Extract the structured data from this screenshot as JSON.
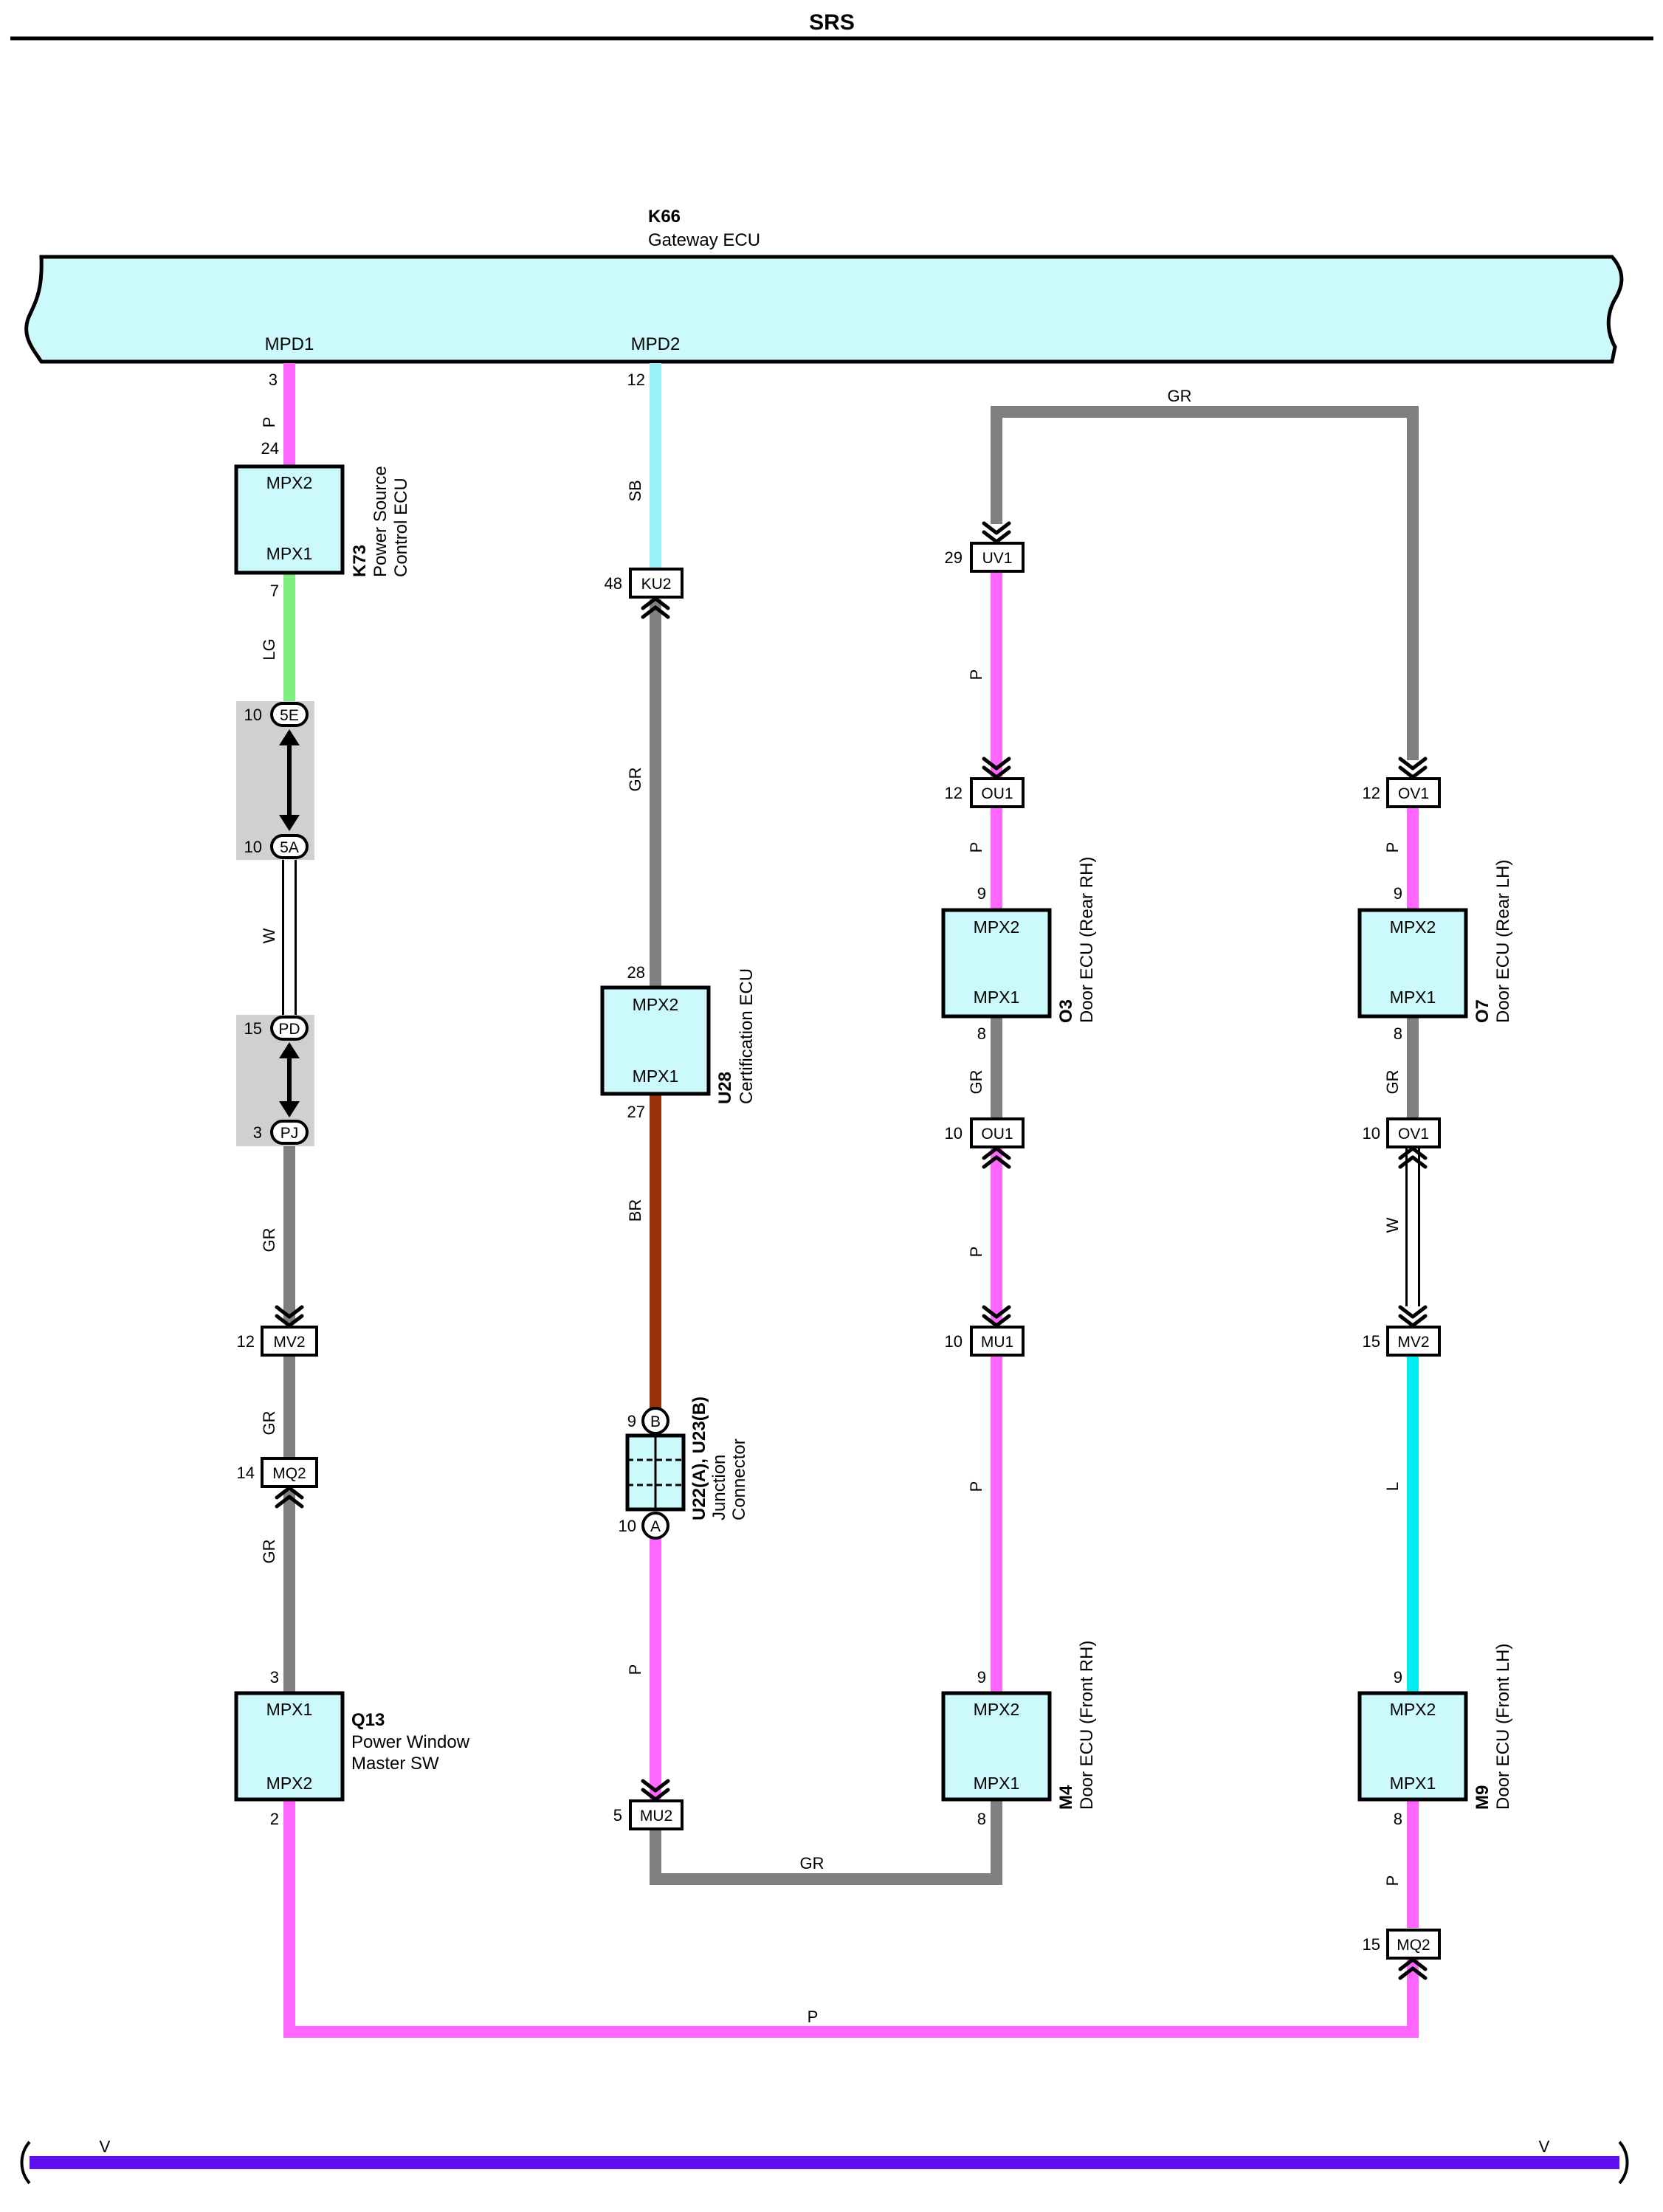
{
  "header": {
    "title": "SRS"
  },
  "gateway": {
    "code": "K66",
    "name": "Gateway ECU",
    "pin_mpd1": "MPD1",
    "pin_mpd2": "MPD2"
  },
  "colors": {
    "P": "#ff66ff",
    "GR": "#808080",
    "SB": "#99f0f8",
    "LG": "#80ee80",
    "W": "#ffffff",
    "BR": "#9a3209",
    "L": "#00eef0",
    "V": "#5e10ee",
    "ecu_fill": "#ccf9fb",
    "connector_shade": "#d0d0d0"
  },
  "ecus": {
    "k73": {
      "code": "K73",
      "line1": "Power Source",
      "line2": "Control ECU",
      "top": "MPX2",
      "bottom": "MPX1"
    },
    "u28": {
      "code": "U28",
      "line1": "Certification ECU",
      "top": "MPX2",
      "bottom": "MPX1"
    },
    "q13": {
      "code": "Q13",
      "line1": "Power Window",
      "line2": "Master SW",
      "top": "MPX1",
      "bottom": "MPX2"
    },
    "o3": {
      "code": "O3",
      "line1": "Door ECU (Rear RH)",
      "top": "MPX2",
      "bottom": "MPX1"
    },
    "o7": {
      "code": "O7",
      "line1": "Door ECU (Rear LH)",
      "top": "MPX2",
      "bottom": "MPX1"
    },
    "m4": {
      "code": "M4",
      "line1": "Door ECU (Front RH)",
      "top": "MPX2",
      "bottom": "MPX1"
    },
    "m9": {
      "code": "M9",
      "line1": "Door ECU (Front LH)",
      "top": "MPX2",
      "bottom": "MPX1"
    }
  },
  "junction": {
    "code": "U22(A), U23(B)",
    "line1": "Junction",
    "line2": "Connector",
    "top_label": "B",
    "bottom_label": "A"
  },
  "connectors": {
    "ku2": "KU2",
    "mu2": "MU2",
    "uv1": "UV1",
    "ou1_a": "OU1",
    "ou1_b": "OU1",
    "mu1": "MU1",
    "ov1_a": "OV1",
    "ov1_b": "OV1",
    "mv2_l": "MV2",
    "mv2_r": "MV2",
    "mq2_l": "MQ2",
    "mq2_r": "MQ2",
    "c5e": "5E",
    "c5a": "5A",
    "cpd": "PD",
    "cpj": "PJ"
  },
  "pins": {
    "p1": "3",
    "p2": "24",
    "p3": "7",
    "p4": "10",
    "p5": "10",
    "p6": "15",
    "p7": "3",
    "p8": "12",
    "p9": "14",
    "p10": "3",
    "p11": "2",
    "p12": "12",
    "p13": "48",
    "p14": "28",
    "p15": "27",
    "p16": "9",
    "p17": "10",
    "p18": "5",
    "p19": "29",
    "p20": "12",
    "p21": "9",
    "p22": "8",
    "p23": "10",
    "p24": "10",
    "p25": "9",
    "p26": "8",
    "p27": "12",
    "p28": "9",
    "p29": "8",
    "p30": "10",
    "p31": "15",
    "p32": "9",
    "p33": "8",
    "p34": "15"
  },
  "wire_labels": {
    "w1": "P",
    "w2": "LG",
    "w3": "W",
    "w4": "GR",
    "w5": "GR",
    "w6": "GR",
    "w7": "P",
    "w8": "SB",
    "w9": "GR",
    "w10": "BR",
    "w11": "P",
    "w12": "GR",
    "w13": "GR",
    "w14": "P",
    "w15": "P",
    "w16": "GR",
    "w17": "P",
    "w18": "P",
    "w19": "P",
    "w20": "GR",
    "w21": "W",
    "w22": "L",
    "w23": "P",
    "v_left": "V",
    "v_right": "V"
  }
}
